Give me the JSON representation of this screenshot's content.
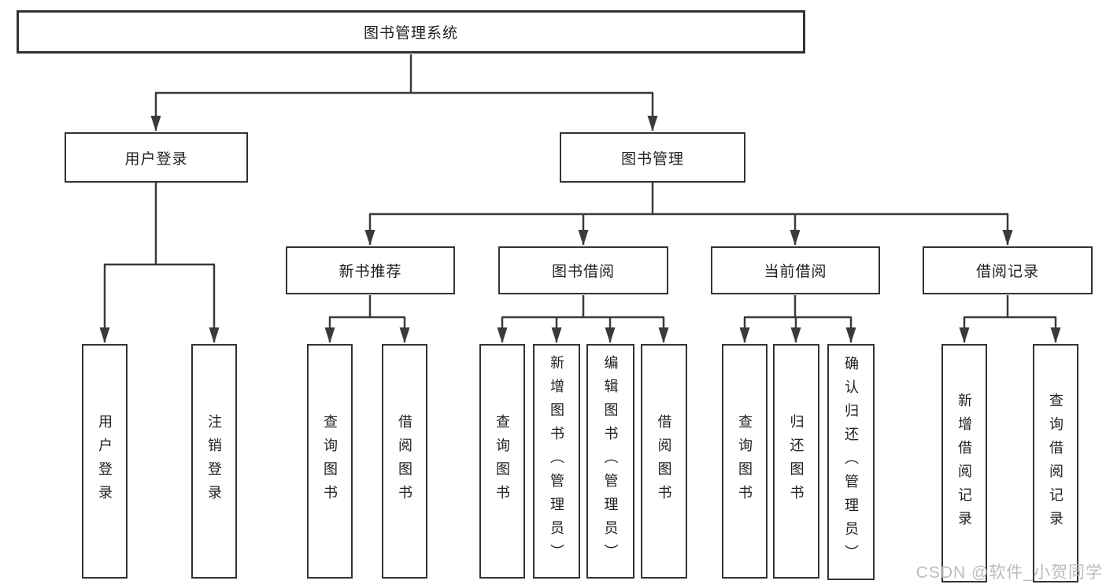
{
  "diagram": {
    "root": "图书管理系统",
    "level2": [
      "用户登录",
      "图书管理"
    ],
    "level3": [
      "新书推荐",
      "图书借阅",
      "当前借阅",
      "借阅记录"
    ],
    "groups": [
      {
        "parent": "用户登录",
        "items": [
          "用户登录",
          "注销登录"
        ]
      },
      {
        "parent": "新书推荐",
        "items": [
          "查询图书",
          "借阅图书"
        ]
      },
      {
        "parent": "图书借阅",
        "items": [
          "查询图书",
          "新增图书（管理员）",
          "编辑图书（管理员）",
          "借阅图书"
        ]
      },
      {
        "parent": "当前借阅",
        "items": [
          "查询图书",
          "归还图书",
          "确认归还（管理员）"
        ]
      },
      {
        "parent": "借阅记录",
        "items": [
          "新增借阅记录",
          "查询借阅记录"
        ]
      }
    ],
    "line_color": "#3a3a3a",
    "border_color": "#333333",
    "text_color": "#1f1f1f",
    "background_color": "#ffffff"
  },
  "watermark": {
    "text": "CSDN @软件_小贺同学",
    "color": "#bcbcbc"
  }
}
